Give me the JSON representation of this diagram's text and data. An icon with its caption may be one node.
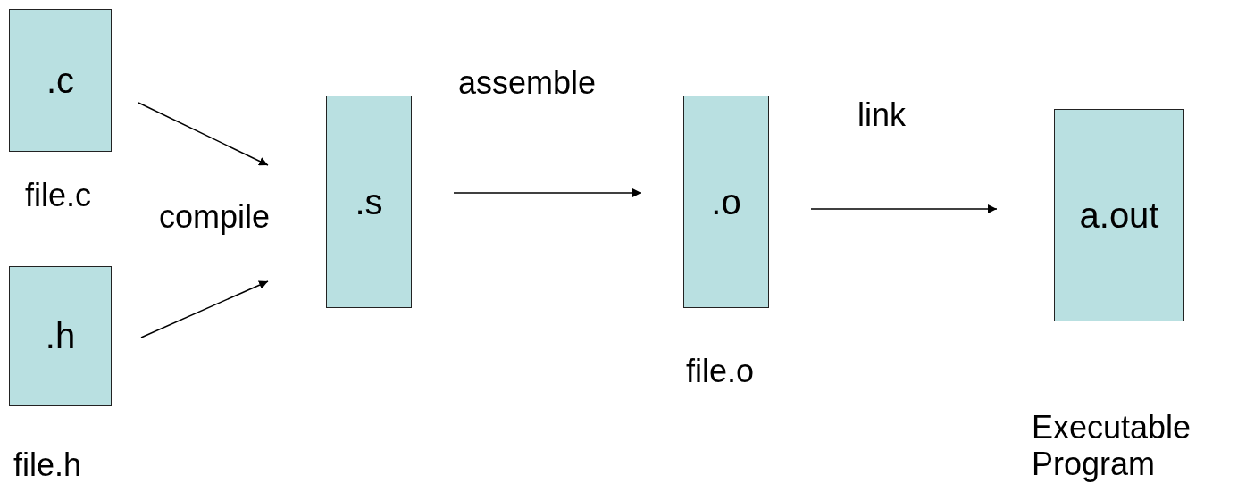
{
  "diagram": {
    "nodes": [
      {
        "text": [
          ".c"
        ],
        "beside": [
          "file.c"
        ]
      },
      {
        "text": [
          ".h"
        ],
        "beside": [
          "file.h"
        ]
      },
      {
        "text": [
          ".s"
        ]
      },
      {
        "text": [
          ".o"
        ],
        "beside": [
          "file.o"
        ]
      },
      {
        "text": [
          "a.out"
        ],
        "beside": [
          "Executable Program"
        ]
      }
    ],
    "edges": [
      {
        "from": 0,
        "to": 2,
        "arrow": "to"
      },
      {
        "from": 1,
        "to": 2,
        "arrow": "to"
      },
      {
        "from": 2,
        "to": 3,
        "arrow": "to",
        "label": "assemble"
      },
      {
        "from": 3,
        "to": 4,
        "arrow": "to",
        "label": "link"
      }
    ],
    "labels": [
      "compile"
    ]
  }
}
